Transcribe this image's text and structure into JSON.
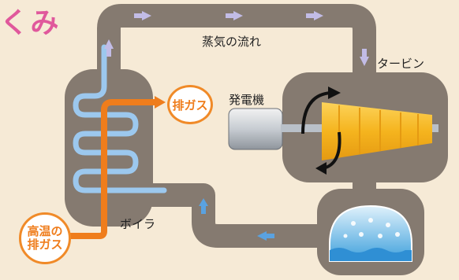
{
  "header": {
    "title_fragment": "くみ"
  },
  "labels": {
    "steam_flow": "蒸気の流れ",
    "turbine": "タービン",
    "generator": "発電機",
    "boiler": "ボイラ",
    "exhaust_gas": "排ガス",
    "hot_exhaust_line1": "高温の",
    "hot_exhaust_line2": "排ガス"
  },
  "colors": {
    "pipe": "#8a7f74",
    "background": "#f6ead6",
    "steam_arrow": "#b8b4e0",
    "water_arrow": "#5aa2e0",
    "hot_gas": "#ef7d1c",
    "turbine": "#f5b41e",
    "title": "#e0589c"
  }
}
